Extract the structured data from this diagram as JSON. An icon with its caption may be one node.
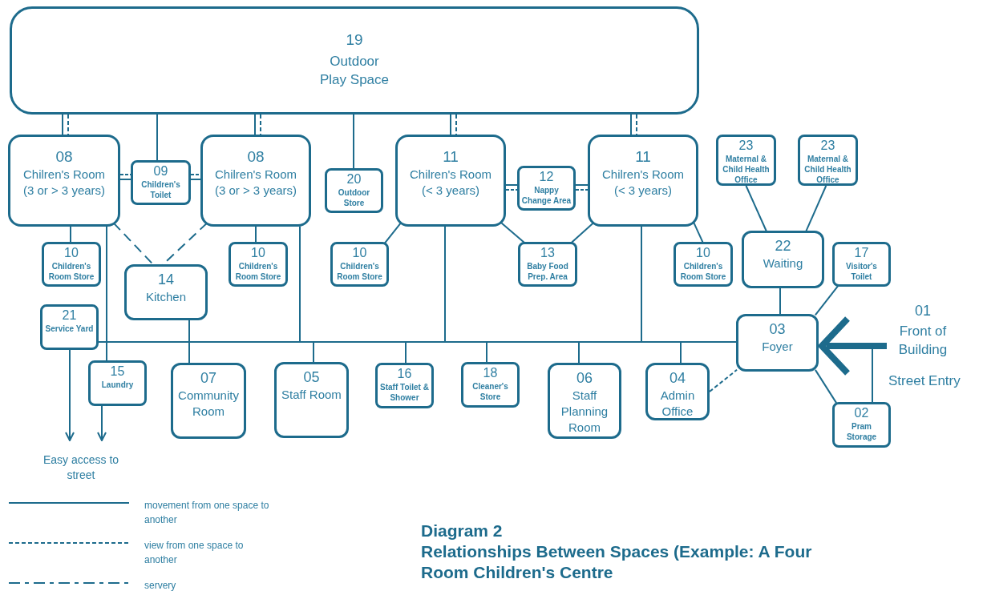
{
  "diagram": {
    "title": "Diagram 2",
    "caption": "Relationships Between Spaces (Example: A Four Room Children's Centre",
    "nodes": [
      {
        "text": [
          "19",
          "Outdoor Play Space"
        ]
      },
      {
        "text": [
          "08",
          "Chilren's Room (3 or > 3 years)"
        ]
      },
      {
        "text": [
          "09",
          "Children's Toilet"
        ]
      },
      {
        "text": [
          "08",
          "Chilren's Room (3 or > 3 years)"
        ]
      },
      {
        "text": [
          "20",
          "Outdoor Store"
        ]
      },
      {
        "text": [
          "11",
          "Chilren's Room (< 3 years)"
        ]
      },
      {
        "text": [
          "12",
          "Nappy Change Area"
        ]
      },
      {
        "text": [
          "11",
          "Chilren's Room (< 3 years)"
        ]
      },
      {
        "text": [
          "23",
          "Maternal & Child Health Office"
        ]
      },
      {
        "text": [
          "23",
          "Maternal & Child Health Office"
        ]
      },
      {
        "text": [
          "10",
          "Children's Room Store"
        ]
      },
      {
        "text": [
          "14",
          "Kitchen"
        ]
      },
      {
        "text": [
          "10",
          "Children's Room Store"
        ]
      },
      {
        "text": [
          "10",
          "Children's Room Store"
        ]
      },
      {
        "text": [
          "13",
          "Baby Food Prep. Area"
        ]
      },
      {
        "text": [
          "10",
          "Children's Room Store"
        ]
      },
      {
        "text": [
          "22",
          "Waiting"
        ]
      },
      {
        "text": [
          "17",
          "Visitor's Toilet"
        ]
      },
      {
        "text": [
          "21",
          "Service Yard"
        ]
      },
      {
        "text": [
          "03",
          "Foyer"
        ]
      },
      {
        "text": [
          "01",
          "Front of Building"
        ]
      },
      {
        "text": [
          "15",
          "Laundry"
        ]
      },
      {
        "text": [
          "07",
          "Community Room"
        ]
      },
      {
        "text": [
          "05",
          "Staff Room"
        ]
      },
      {
        "text": [
          "16",
          "Staff Toilet & Shower"
        ]
      },
      {
        "text": [
          "18",
          "Cleaner's Store"
        ]
      },
      {
        "text": [
          "06",
          "Staff Planning Room"
        ]
      },
      {
        "text": [
          "04",
          "Admin Office"
        ]
      },
      {
        "text": [
          "02",
          "Pram Storage"
        ]
      },
      {
        "text": [
          "Easy access to street"
        ]
      }
    ],
    "edges": [
      {
        "from": 0,
        "to": 1,
        "arrow": "none"
      },
      {
        "from": 0,
        "to": 1,
        "arrow": "none",
        "style": "dashed"
      },
      {
        "from": 0,
        "to": 2,
        "arrow": "none"
      },
      {
        "from": 0,
        "to": 3,
        "arrow": "none"
      },
      {
        "from": 0,
        "to": 3,
        "arrow": "none",
        "style": "dashed"
      },
      {
        "from": 0,
        "to": 4,
        "arrow": "none"
      },
      {
        "from": 0,
        "to": 5,
        "arrow": "none"
      },
      {
        "from": 0,
        "to": 5,
        "arrow": "none",
        "style": "dashed"
      },
      {
        "from": 0,
        "to": 7,
        "arrow": "none"
      },
      {
        "from": 0,
        "to": 7,
        "arrow": "none",
        "style": "dashed"
      },
      {
        "from": 1,
        "to": 2,
        "arrow": "none"
      },
      {
        "from": 1,
        "to": 2,
        "arrow": "none",
        "style": "dashed"
      },
      {
        "from": 2,
        "to": 3,
        "arrow": "none"
      },
      {
        "from": 2,
        "to": 3,
        "arrow": "none",
        "style": "dashed"
      },
      {
        "from": 5,
        "to": 6,
        "arrow": "none"
      },
      {
        "from": 5,
        "to": 6,
        "arrow": "none",
        "style": "dashed"
      },
      {
        "from": 6,
        "to": 7,
        "arrow": "none"
      },
      {
        "from": 6,
        "to": 7,
        "arrow": "none",
        "style": "dashed"
      },
      {
        "from": 1,
        "to": 10,
        "arrow": "none"
      },
      {
        "from": 3,
        "to": 12,
        "arrow": "none"
      },
      {
        "from": 5,
        "to": 13,
        "arrow": "none"
      },
      {
        "from": 5,
        "to": 14,
        "arrow": "none"
      },
      {
        "from": 7,
        "to": 14,
        "arrow": "none"
      },
      {
        "from": 7,
        "to": 15,
        "arrow": "none"
      },
      {
        "from": 1,
        "to": 11,
        "arrow": "none",
        "style": "dashed"
      },
      {
        "from": 3,
        "to": 11,
        "arrow": "none",
        "style": "dashed"
      },
      {
        "from": 8,
        "to": 16,
        "arrow": "none"
      },
      {
        "from": 9,
        "to": 16,
        "arrow": "none"
      },
      {
        "from": 16,
        "to": 19,
        "arrow": "none"
      },
      {
        "from": 17,
        "to": 19,
        "arrow": "none"
      },
      {
        "from": 19,
        "to": 28,
        "arrow": "none"
      },
      {
        "from": 27,
        "to": 19,
        "arrow": "none",
        "style": "dashed"
      },
      {
        "from": 18,
        "to": 19,
        "arrow": "none"
      },
      {
        "from": 1,
        "to": 19,
        "arrow": "none"
      },
      {
        "from": 21,
        "to": 19,
        "arrow": "none"
      },
      {
        "from": 11,
        "to": 19,
        "arrow": "none"
      },
      {
        "from": 22,
        "to": 19,
        "arrow": "none"
      },
      {
        "from": 3,
        "to": 19,
        "arrow": "none"
      },
      {
        "from": 23,
        "to": 19,
        "arrow": "none"
      },
      {
        "from": 24,
        "to": 19,
        "arrow": "none"
      },
      {
        "from": 5,
        "to": 19,
        "arrow": "none"
      },
      {
        "from": 25,
        "to": 19,
        "arrow": "none"
      },
      {
        "from": 26,
        "to": 19,
        "arrow": "none"
      },
      {
        "from": 7,
        "to": 19,
        "arrow": "none"
      },
      {
        "from": 27,
        "to": 19,
        "arrow": "none"
      },
      {
        "from": 18,
        "to": 29,
        "arrow": "to"
      },
      {
        "from": 21,
        "to": 29,
        "arrow": "to"
      },
      {
        "from": 20,
        "to": 19,
        "arrow": "to",
        "style": "thick"
      },
      {
        "from": 20,
        "to": 28,
        "arrow": "none"
      }
    ],
    "labels": [
      "Street Entry"
    ],
    "legend": [
      {
        "text": "movement from one space to another"
      },
      {
        "text": "view from one space to another"
      },
      {
        "text": "servery"
      }
    ]
  }
}
